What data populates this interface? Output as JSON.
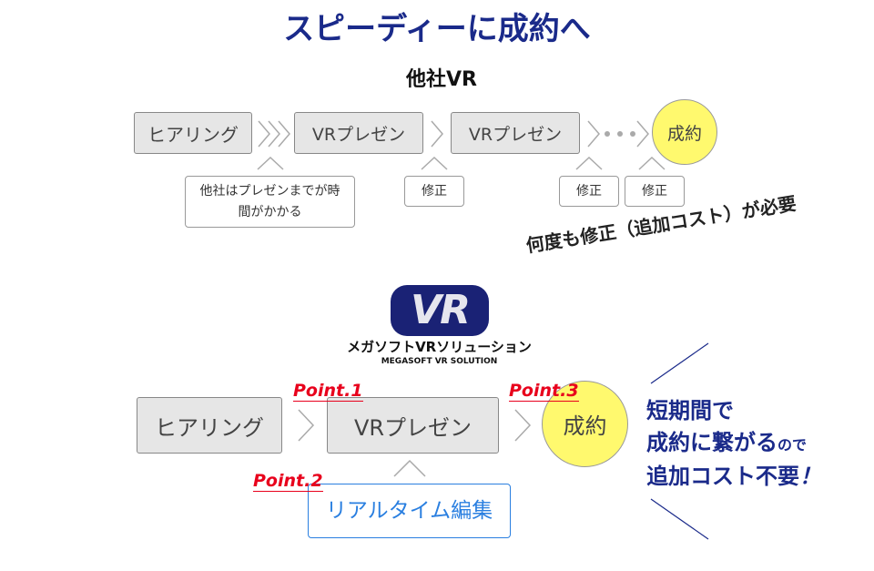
{
  "title": "スピーディーに成約へ",
  "competitor": {
    "heading": "他社VR",
    "steps": [
      "ヒアリング",
      "VRプレゼン",
      "VRプレゼン"
    ],
    "goal": "成約",
    "notes": [
      "他社はプレゼンまでが時間がかかる",
      "修正",
      "修正",
      "修正"
    ],
    "callout": "何度も修正（追加コスト）が必要"
  },
  "logo": {
    "mark": "VR",
    "name_jp": "メガソフトVRソリューション",
    "name_en": "MEGASOFT VR SOLUTION",
    "color": "#1a2275"
  },
  "solution": {
    "steps": [
      "ヒアリング",
      "VRプレゼン"
    ],
    "goal": "成約",
    "edit": "リアルタイム編集",
    "points": [
      "Point.1",
      "Point.2",
      "Point.3"
    ],
    "message": [
      "短期間で",
      "成約に繋がる",
      "ので",
      "追加コスト不要",
      "！"
    ]
  },
  "colors": {
    "accent": "#1a2a8a",
    "point": "#e8001c",
    "goal": "#fff96e",
    "edit": "#2a7fe0"
  }
}
